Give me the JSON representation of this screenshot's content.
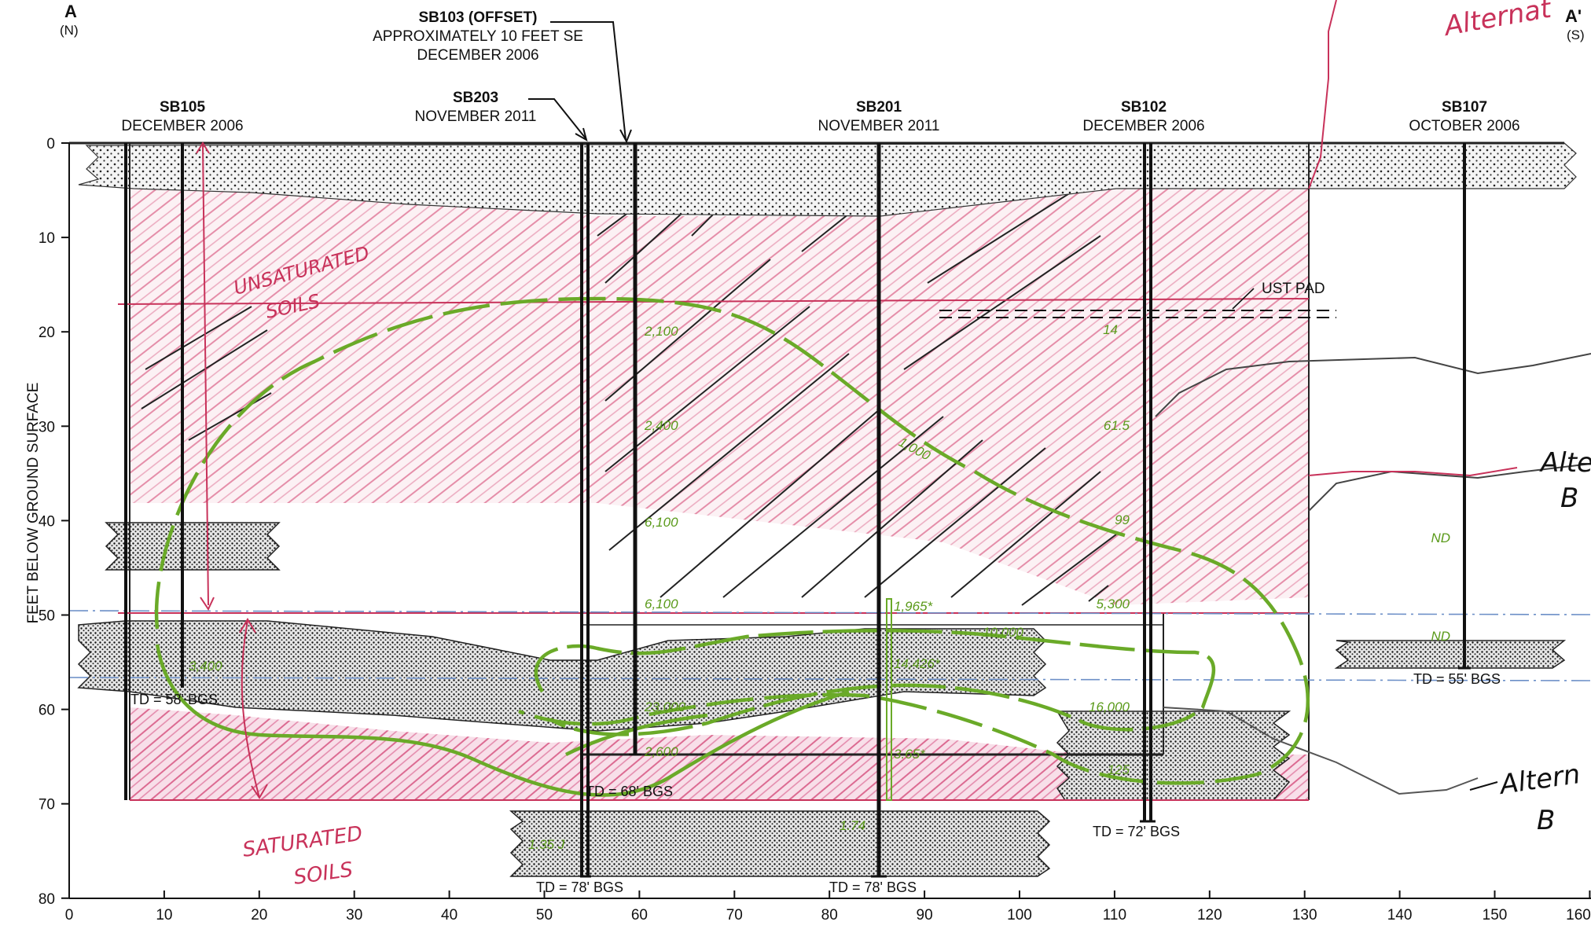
{
  "section": {
    "start_label": "A",
    "start_dir": "(N)",
    "end_label": "A'",
    "end_dir": "(S)"
  },
  "y_axis": {
    "label": "FEET BELOW GROUND SURFACE",
    "ticks": [
      "0",
      "10",
      "20",
      "30",
      "40",
      "50",
      "60",
      "70",
      "80"
    ]
  },
  "x_axis": {
    "ticks": [
      "0",
      "10",
      "20",
      "30",
      "40",
      "50",
      "60",
      "70",
      "80",
      "90",
      "100",
      "110",
      "120",
      "130",
      "140",
      "150",
      "160"
    ]
  },
  "borings": [
    {
      "id": "SB105",
      "date": "DECEMBER 2006",
      "td": "TD = 58' BGS"
    },
    {
      "id": "SB203",
      "date": "NOVEMBER 2011",
      "td": "TD = 78' BGS"
    },
    {
      "id": "SB103 (OFFSET)",
      "note": "APPROXIMATELY 10 FEET SE",
      "date": "DECEMBER 2006",
      "td": "TD = 68' BGS"
    },
    {
      "id": "SB201",
      "date": "NOVEMBER 2011",
      "td": "TD = 78' BGS"
    },
    {
      "id": "SB102",
      "date": "DECEMBER 2006",
      "td": "TD = 72' BGS"
    },
    {
      "id": "SB107",
      "date": "OCTOBER 2006",
      "td": "TD = 55' BGS"
    }
  ],
  "labels": {
    "ust_pad": "UST PAD"
  },
  "concentrations": {
    "sb105": [
      "3,400"
    ],
    "sb103": [
      "2,100",
      "2,400",
      "6,100",
      "6,100",
      "23,000",
      "2,600"
    ],
    "sb203": [
      "1.35 J"
    ],
    "sb201": [
      "1,965*",
      "14,426*",
      "3.65*",
      "1.74"
    ],
    "sb102": [
      "14",
      "61.5",
      "99",
      "5,300",
      "16,000",
      "125"
    ],
    "sb107": [
      "ND",
      "ND"
    ],
    "contours": [
      "1,000",
      "10,000"
    ]
  },
  "handwritten": {
    "unsaturated": [
      "UNSATURATED",
      "SOILS"
    ],
    "saturated": [
      "SATURATED",
      "SOILS"
    ],
    "top_right": [
      "Alternat"
    ],
    "right_mid": [
      "Alte",
      "B"
    ],
    "right_low": [
      "Altern",
      "B"
    ]
  }
}
